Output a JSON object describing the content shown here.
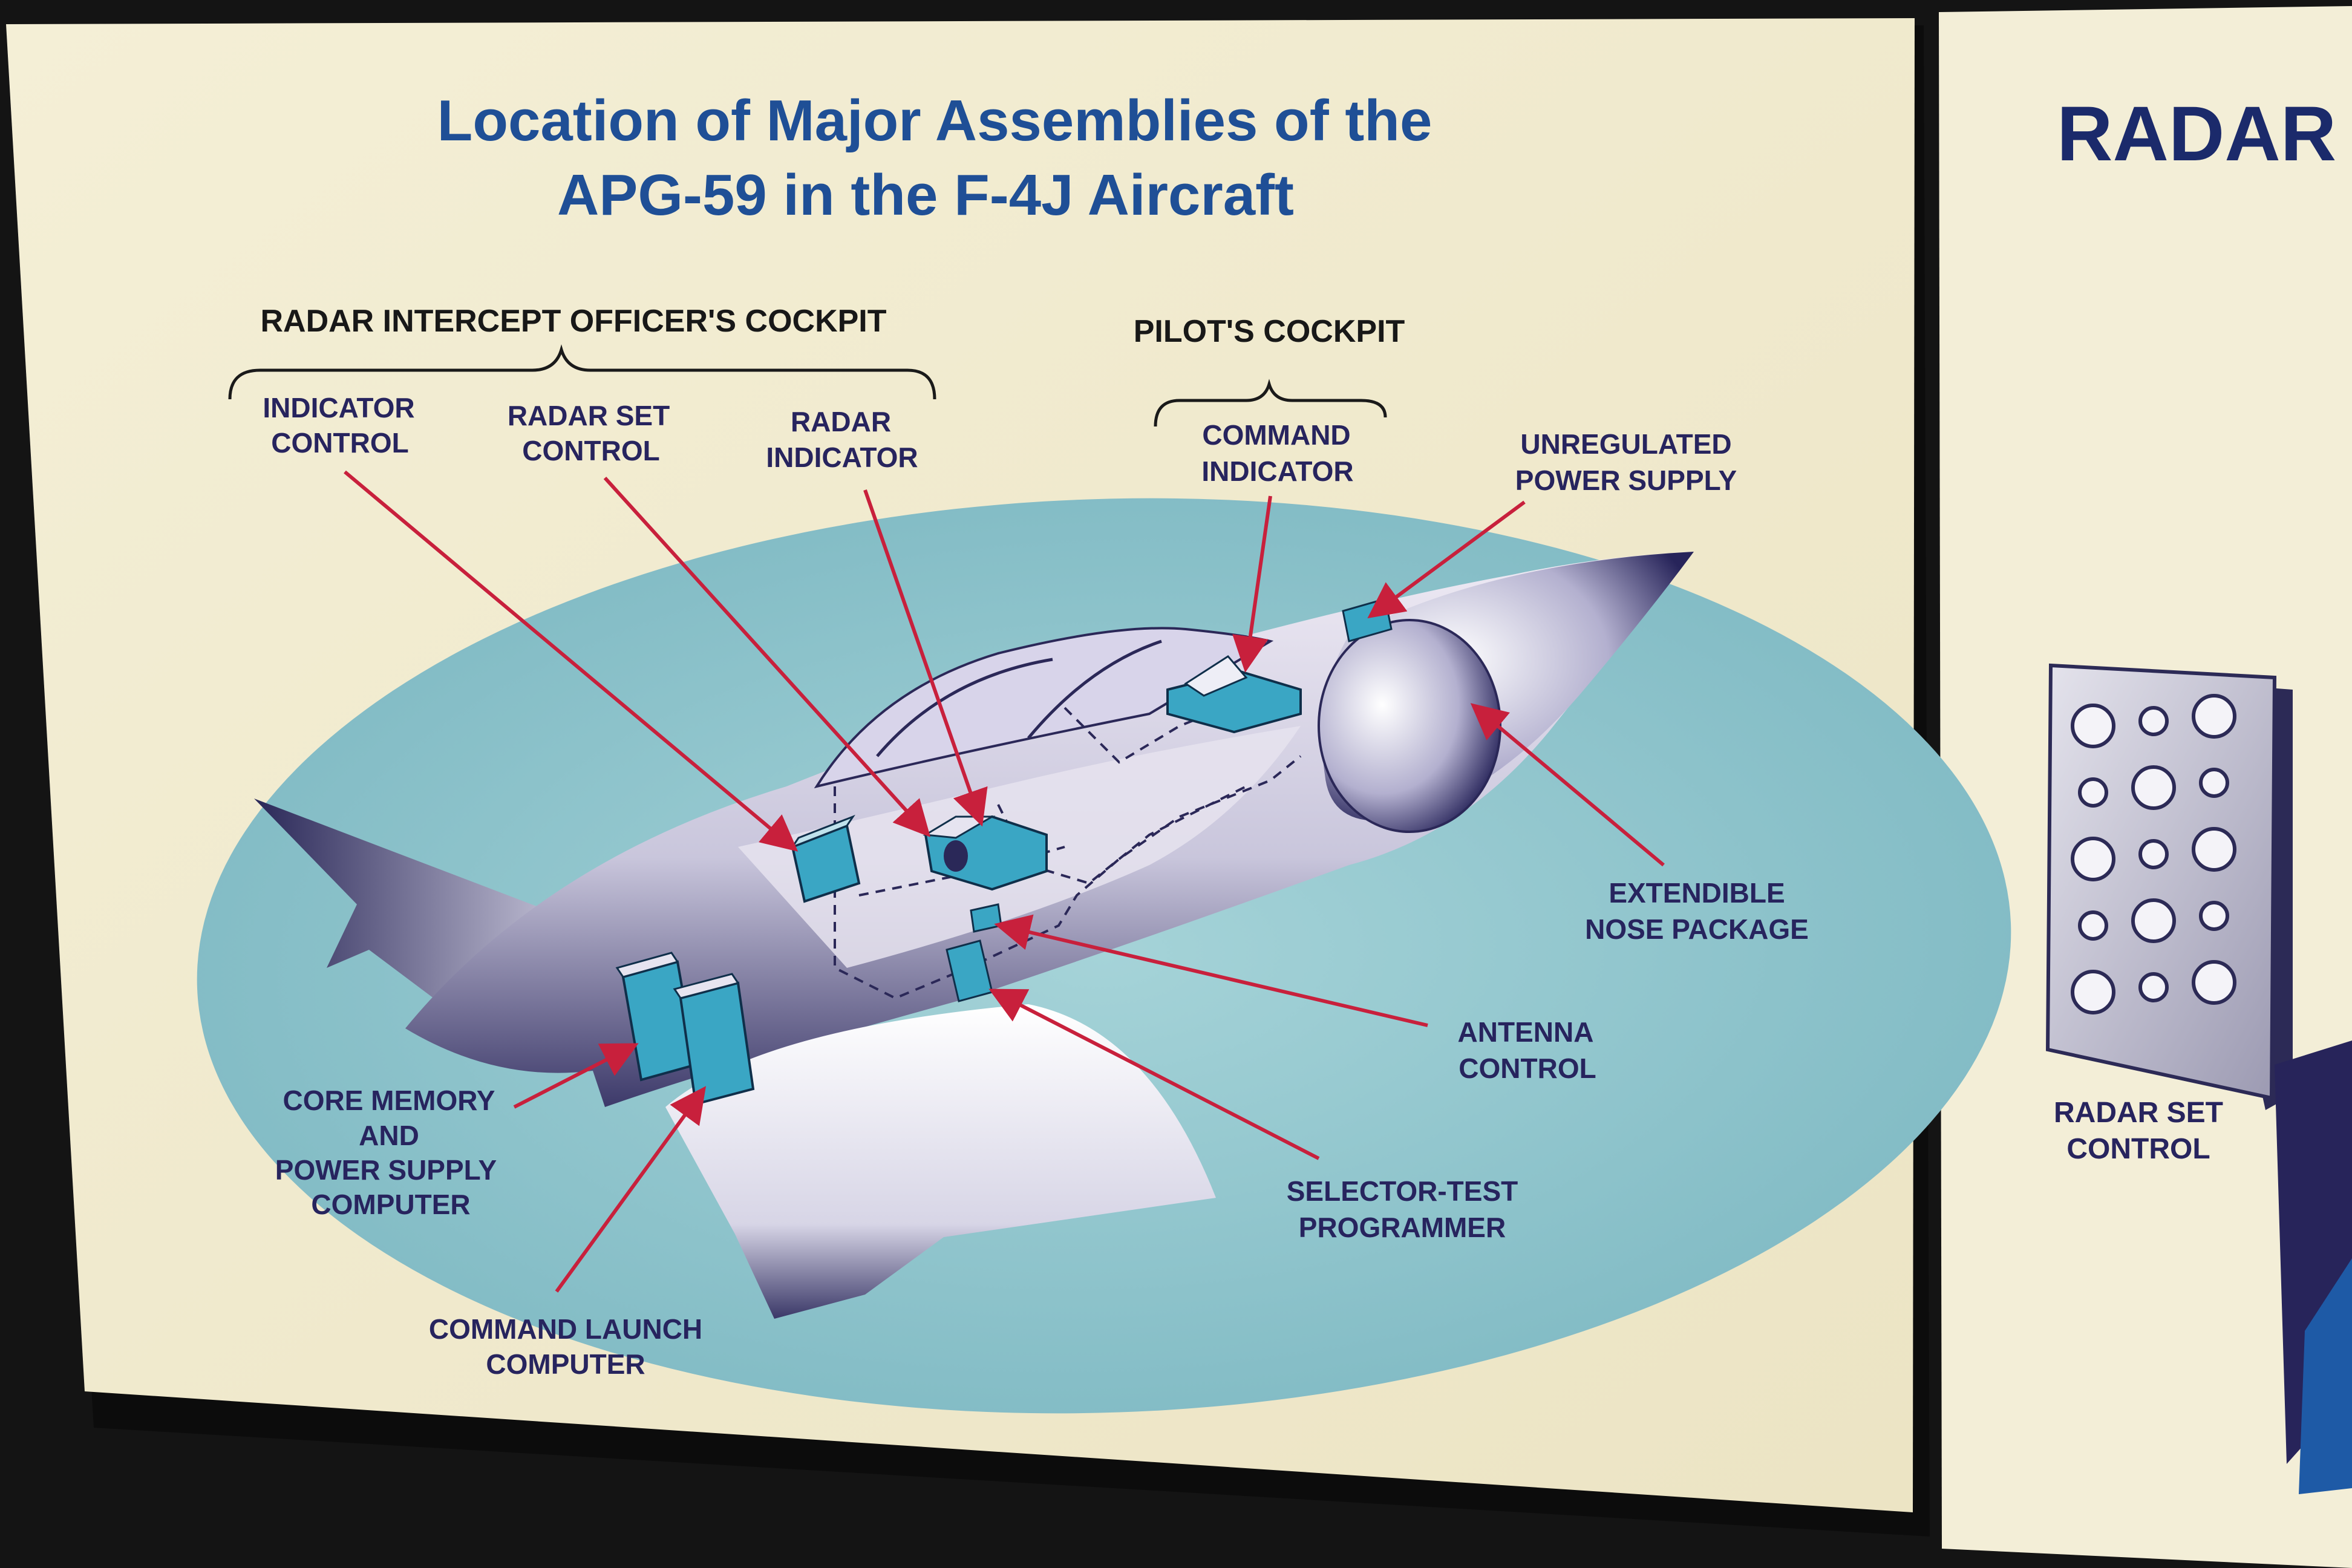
{
  "title": {
    "line1": "Location of Major Assemblies of the",
    "line2": "APG-59 in the F-4J Aircraft"
  },
  "headers": {
    "rio_cockpit": "RADAR INTERCEPT OFFICER'S COCKPIT",
    "pilot_cockpit": "PILOT'S COCKPIT"
  },
  "labels": {
    "indicator_control": [
      "INDICATOR",
      "CONTROL"
    ],
    "radar_set_control": [
      "RADAR SET",
      "CONTROL"
    ],
    "radar_indicator": [
      "RADAR",
      "INDICATOR"
    ],
    "command_indicator": [
      "COMMAND",
      "INDICATOR"
    ],
    "unregulated_power_supply": [
      "UNREGULATED",
      "POWER SUPPLY"
    ],
    "extendible_nose_package": [
      "EXTENDIBLE",
      "NOSE PACKAGE"
    ],
    "antenna_control": [
      "ANTENNA",
      "CONTROL"
    ],
    "selector_test_programmer": [
      "SELECTOR-TEST",
      "PROGRAMMER"
    ],
    "core_memory": [
      "CORE MEMORY",
      "AND",
      "POWER SUPPLY",
      "COMPUTER"
    ],
    "command_launch_computer": [
      "COMMAND LAUNCH",
      "COMPUTER"
    ]
  },
  "side_panel": {
    "title": "RADAR I",
    "label": [
      "RADAR SET",
      "CONTROL"
    ]
  },
  "colors": {
    "poster": "#f2ecd2",
    "title": "#1f4f96",
    "ellipse": "#8cc3cb",
    "arrow": "#c8203c",
    "component": "#3aa6c4",
    "label": "#27245e"
  }
}
